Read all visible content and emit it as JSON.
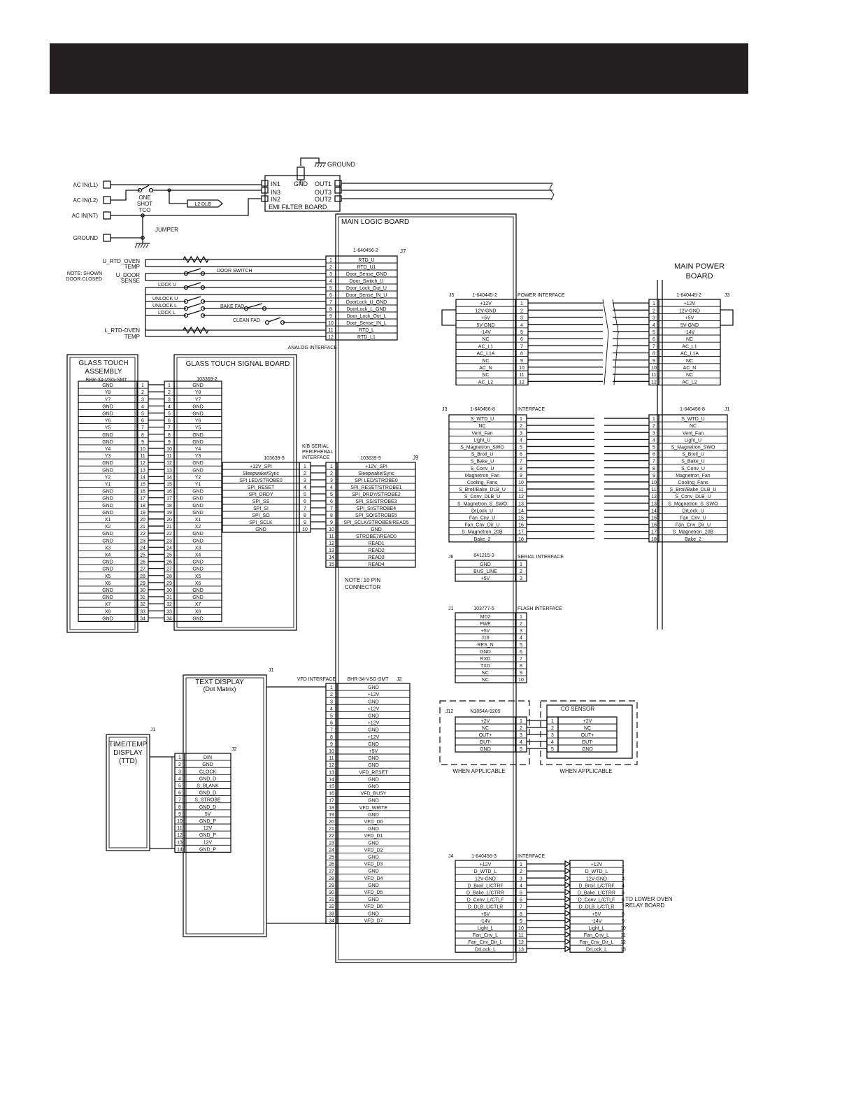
{
  "ground_label": "GROUND",
  "ac_inputs": [
    "AC IN(L1)",
    "AC IN(L2)",
    "AC IN(NT)",
    "GROUND"
  ],
  "tco_label": [
    "ONE",
    "SHOT",
    "TCO"
  ],
  "l2_dlb": "L2 DLB",
  "jumper": "JUMPER",
  "emi": {
    "title": "EMI FILTER BOARD",
    "gnd": "GND",
    "in": [
      "IN1",
      "IN3",
      "IN2"
    ],
    "out": [
      "OUT1",
      "OUT3",
      "OUT2"
    ]
  },
  "main_logic_board": "MAIN LOGIC BOARD",
  "main_power_board": [
    "MAIN POWER",
    "BOARD"
  ],
  "left_inputs": {
    "note": [
      "NOTE:  SHOWN",
      "DOOR CLOSED"
    ],
    "u_rtd": [
      "U_RTD_OVEN",
      "TEMP"
    ],
    "u_door": [
      "U_DOOR",
      "SENSE"
    ],
    "door_switch": "DOOR SWITCH",
    "lock_u": "LOCK U",
    "unlock_u": "UNLOCK U",
    "unlock_l": "UNLOCK L",
    "lock_l": "LOCK L",
    "bake_fad": "BAKE FAD",
    "clean_fad": "CLEAN FAD",
    "l_rtd": [
      "L_RTD-OVEN",
      "TEMP"
    ],
    "analog_interface": "ANALOG INTERFACE"
  },
  "j7": {
    "part": "1-640456-2",
    "id": "J7",
    "pins": [
      "RTD_U",
      "RTD_U1",
      "Door_Sense_GND",
      "Door_Switch_U",
      "Door_Lock_Out_U",
      "Door_Sense_IN_U",
      "DoorLock_U_GND",
      "DoorLock_L_GND",
      "Door_Lock_Out_L",
      "Door_Sense_IN_L",
      "RTD_L",
      "RTD_L1"
    ]
  },
  "glass_touch_assembly": {
    "title": [
      "GLASS TOUCH",
      "ASSEMBLY"
    ],
    "part": "BHR-34-VSG-SMT"
  },
  "glass_touch_signal_board": {
    "title": "GLASS TOUCH SIGNAL BOARD",
    "part": "103369-2"
  },
  "glass_pins": [
    "GND",
    "Y8",
    "Y7",
    "GND",
    "GND",
    "Y6",
    "Y5",
    "GND",
    "GND",
    "Y4",
    "Y3",
    "GND",
    "GND",
    "Y2",
    "Y1",
    "GND",
    "GND",
    "GND",
    "GND",
    "X1",
    "X2",
    "GND",
    "GND",
    "X3",
    "X4",
    "GND",
    "GND",
    "X5",
    "X6",
    "GND",
    "GND",
    "X7",
    "X8",
    "GND"
  ],
  "kb_serial": {
    "label": [
      "K/B SERIAL",
      "PERIPHERAL",
      "INTERFACE"
    ],
    "left_part": "103639-9",
    "part": "103639-9",
    "id": "J9",
    "left_pins": [
      "+12V_SPI",
      "Sleepwake/Sync",
      "SPI LED/STROBE0",
      "SPI_RESET",
      "SPI_DRDY",
      "SPI_SS",
      "SPI_SI",
      "SPI_SO",
      "SPI_SCLK",
      "GND"
    ],
    "pins": [
      "+12V_SPI",
      "Sleepwake/Sync",
      "SPI LED/STROBE0",
      "SPI_RESET/STROBE1",
      "SPI_DRDY/STROBE2",
      "SPI_SS/STROBE3",
      "SPI_SI/STROBE4",
      "SPI_SO/STROBE5",
      "SPI_SCLK/STROBE6/READ5",
      "GND",
      "STROBE7/READ0",
      "READ1",
      "READ2",
      "READ3",
      "READ4"
    ]
  },
  "note10": [
    "NOTE:  10 PIN",
    "CONNECTOR"
  ],
  "j5": {
    "id": "J5",
    "part": "1-640445-2",
    "label": "POWER INTERFACE",
    "pins": [
      "+12V",
      "12V-GND",
      "+5V",
      "5V-GND",
      "-14V",
      "NC",
      "AC_L1",
      "AC_L1A",
      "NC",
      "AC_N",
      "NC",
      "AC_L2"
    ]
  },
  "j3_right": {
    "id": "J3",
    "part": "1-640445-2"
  },
  "j3": {
    "id": "J3",
    "part": "1-640456-8",
    "label": "INTERFACE",
    "pins": [
      "S_WTD_U",
      "NC",
      "Vent_Fan",
      "Light_U",
      "S_Magnetron_SWO",
      "S_Broil_U",
      "S_Bake_U",
      "S_Conv_U",
      "Magnetron_Fan",
      "Cooling_Fans",
      "S_Broil/Bake_DLB_U",
      "S_Conv_DLB_U",
      "S_Magnetron_S_SWO",
      "DrLock_U",
      "Fan_Cnv_U",
      "Fan_Cnv_Dir_U",
      "S_Magnetron_20B",
      "Bake_2"
    ]
  },
  "j1_right": {
    "id": "J1",
    "part": "1-640456-8"
  },
  "j6": {
    "id": "J6",
    "part": "641215-3",
    "label": "SERIAL INTERFACE",
    "pins": [
      "GND",
      "BUS_LINE",
      "+5V"
    ]
  },
  "j1": {
    "id": "J1",
    "part": "103777-5",
    "label": "FLASH INTERFACE",
    "pins": [
      "MD2",
      "FWE",
      "+5V",
      "J16",
      "RES_N",
      "GND",
      "RXD",
      "TXD",
      "NC",
      "NC"
    ]
  },
  "j12": {
    "id": "J12",
    "part": "N1054A-9205",
    "pins": [
      "+2V",
      "NC",
      "OUT+",
      "OUT-",
      "GND"
    ],
    "note": "WHEN APPLICABLE"
  },
  "co_sensor": {
    "title": "CO SENSOR",
    "pins": [
      "+2V",
      "NC",
      "OUT+",
      "OUT-",
      "GND"
    ],
    "note": "WHEN APPLICABLE"
  },
  "text_display": {
    "title": [
      "TEXT DISPLAY",
      "(Dot Matrix)"
    ],
    "id": "J1"
  },
  "vfd": {
    "label": "VFD INTERFACE",
    "part": "BHR-34-VSG-SMT",
    "id": "J2",
    "pins": [
      "GND",
      "+12V",
      "GND",
      "+12V",
      "GND",
      "+12V",
      "GND",
      "+12V",
      "GND",
      "+5V",
      "GND",
      "GND",
      "VFD_RESET",
      "GND",
      "GND",
      "VFD_BUSY",
      "GND",
      "VFD_WRITE",
      "GND",
      "VFD_D0",
      "GND",
      "VFD_D1",
      "GND",
      "VFD_D2",
      "GND",
      "VFD_D3",
      "GND",
      "VFD_D4",
      "GND",
      "VFD_D5",
      "GND",
      "VFD_D6",
      "GND",
      "VFD_D7"
    ]
  },
  "ttd": {
    "title": [
      "TIME/TEMP",
      "DISPLAY",
      "(TTD)"
    ],
    "id": "J1",
    "j2": "J2",
    "pins": [
      "DIN",
      "GND",
      "CLOCK",
      "GND_D",
      "S_BLANK",
      "GND_D",
      "S_STROBE",
      "GND_D",
      "5V",
      "GND_P",
      "12V",
      "GND_P",
      "12V",
      "GND_P"
    ]
  },
  "j4": {
    "id": "J4",
    "part": "1-640456-3",
    "label": "INTERFACE",
    "pins": [
      "+12V",
      "D_WTD_L",
      "12V-GND",
      "D_Broil_L/CTRF",
      "D_Bake_L/CTRR",
      "D_Conv_L/CTLF",
      "D_DLB_L/CTLR",
      "+5V",
      "-14V",
      "Light_L",
      "Fan_Cnv_L",
      "Fan_Cnv_Dir_L",
      "DrLock_L"
    ],
    "right_pins": [
      "+12V",
      "D_WTD_L",
      "12V-GND",
      "D_Broil_L/CTRF",
      "D_Bake_L/CTRR",
      "D_Conv_L/CTLF",
      "D_DLB_L/CTLR",
      "+5V",
      "-14V",
      "Light_L",
      "Fan_Cnv_L",
      "Fan_Cnv_Dir_L",
      "DrLock_L"
    ],
    "dest": [
      "TO LOWER OVEN",
      "RELAY BOARD"
    ]
  }
}
